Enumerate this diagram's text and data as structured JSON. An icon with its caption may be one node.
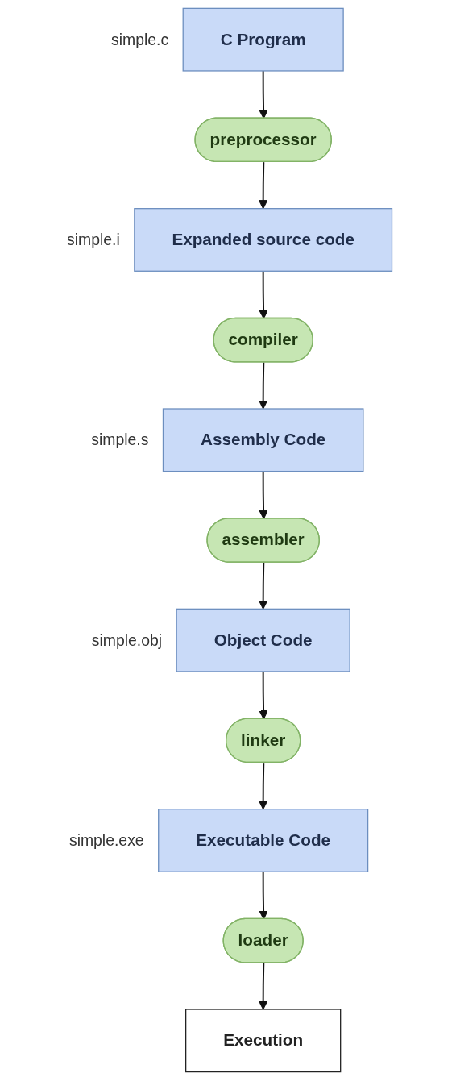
{
  "diagram": {
    "nodes": [
      {
        "text": [
          "C Program"
        ],
        "beside": [
          "simple.c"
        ]
      },
      {
        "text": [
          "preprocessor"
        ]
      },
      {
        "text": [
          "Expanded source code"
        ],
        "beside": [
          "simple.i"
        ]
      },
      {
        "text": [
          "compiler"
        ]
      },
      {
        "text": [
          "Assembly Code"
        ],
        "beside": [
          "simple.s"
        ]
      },
      {
        "text": [
          "assembler"
        ]
      },
      {
        "text": [
          "Object Code"
        ],
        "beside": [
          "simple.obj"
        ]
      },
      {
        "text": [
          "linker"
        ]
      },
      {
        "text": [
          "Executable Code"
        ],
        "beside": [
          "simple.exe"
        ]
      },
      {
        "text": [
          "loader"
        ]
      },
      {
        "text": [
          "Execution"
        ]
      }
    ],
    "edges": [
      {
        "from": 0,
        "to": 1,
        "arrow": "to"
      },
      {
        "from": 1,
        "to": 2,
        "arrow": "to"
      },
      {
        "from": 2,
        "to": 3,
        "arrow": "to"
      },
      {
        "from": 3,
        "to": 4,
        "arrow": "to"
      },
      {
        "from": 4,
        "to": 5,
        "arrow": "to"
      },
      {
        "from": 5,
        "to": 6,
        "arrow": "to"
      },
      {
        "from": 6,
        "to": 7,
        "arrow": "to"
      },
      {
        "from": 7,
        "to": 8,
        "arrow": "to"
      },
      {
        "from": 8,
        "to": 9,
        "arrow": "to"
      },
      {
        "from": 9,
        "to": 10,
        "arrow": "to"
      }
    ]
  }
}
